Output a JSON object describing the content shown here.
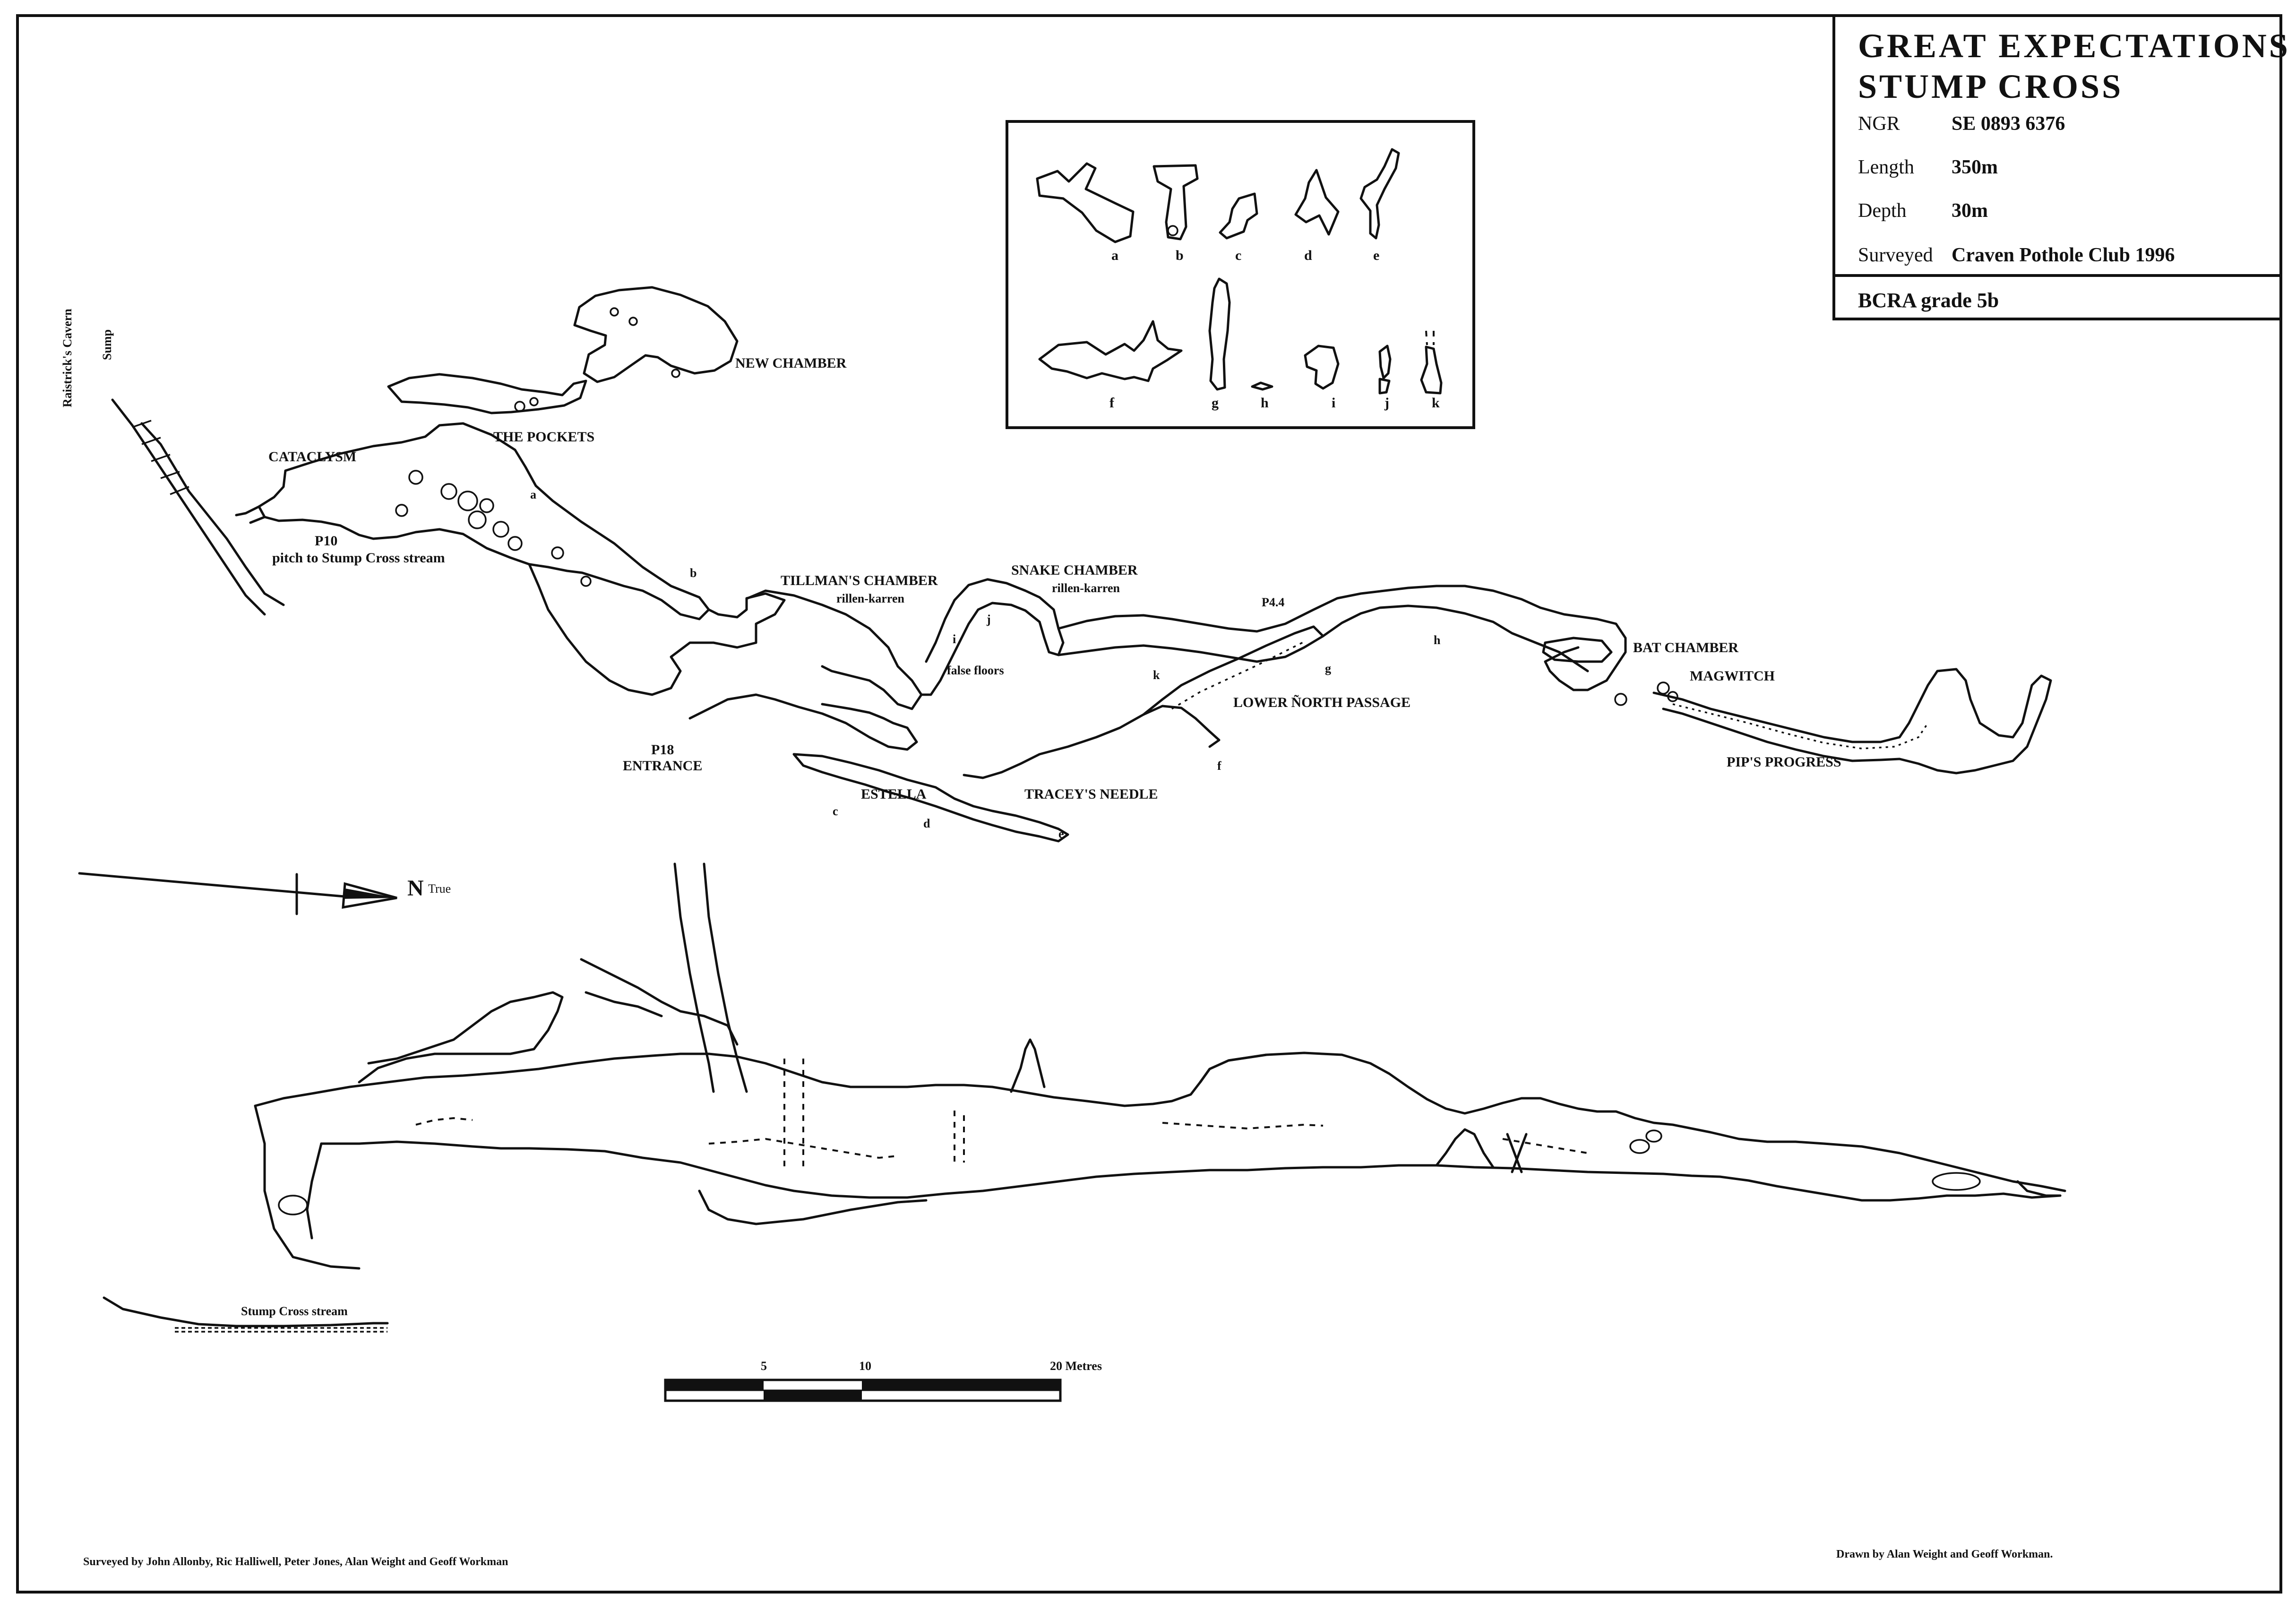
{
  "title": {
    "line1": "GREAT EXPECTATIONS",
    "line2": "STUMP CROSS"
  },
  "details": {
    "ngr_label": "NGR",
    "ngr_value": "SE 0893 6376",
    "length_label": "Length",
    "length_value": "350m",
    "depth_label": "Depth",
    "depth_value": "30m",
    "surveyed_label": "Surveyed",
    "surveyed_value": "Craven Pothole Club 1996",
    "grade": "BCRA grade 5b"
  },
  "cross_sections": [
    "a",
    "b",
    "c",
    "d",
    "e",
    "f",
    "g",
    "h",
    "i",
    "j",
    "k"
  ],
  "plan_labels": {
    "raistricks": "Raistrick's Cavern",
    "sump": "Sump",
    "new_chamber": "NEW CHAMBER",
    "the_pockets": "THE POCKETS",
    "cataclysm": "CATACLYSM",
    "p10": "P10",
    "pitch": "pitch to Stump Cross stream",
    "tillmans": "TILLMAN'S CHAMBER",
    "rillen1": "rillen-karren",
    "snake": "SNAKE CHAMBER",
    "rillen2": "rillen-karren",
    "p44": "P4.4",
    "false_floors": "false floors",
    "lower_north": "LOWER ÑORTH PASSAGE",
    "bat": "BAT CHAMBER",
    "magwitch": "MAGWITCH",
    "pips": "PIP'S PROGRESS",
    "p18": "P18",
    "entrance": "ENTRANCE",
    "estella": "ESTELLA",
    "traceys": "TRACEY'S NEEDLE"
  },
  "section_markers": [
    "a",
    "b",
    "c",
    "d",
    "e",
    "f",
    "g",
    "h",
    "i",
    "j",
    "k"
  ],
  "north": {
    "symbol": "N",
    "label": "True"
  },
  "elevation": {
    "stream_label": "Stump Cross stream"
  },
  "scale": {
    "tick5": "5",
    "tick10": "10",
    "tick20": "20 Metres"
  },
  "credits": {
    "surveyed_by": "Surveyed by John Allonby, Ric Halliwell, Peter Jones, Alan Weight and Geoff Workman",
    "drawn_by": "Drawn by Alan Weight and Geoff Workman."
  }
}
